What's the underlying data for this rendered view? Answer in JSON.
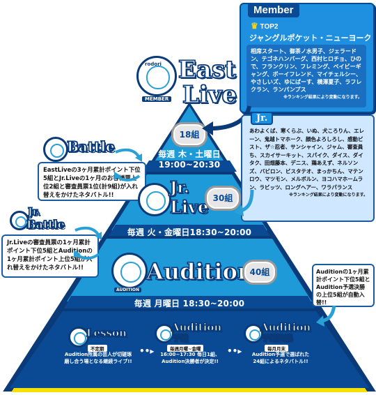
{
  "colors": {
    "pyramid_dark": "#0a3a78",
    "pyramid_mid": "#1a6fc0",
    "pyramid_light": "#1f9ad8",
    "accent_yellow": "#f6e000",
    "badge_grey": "#e6e6e6"
  },
  "east_live": {
    "small_logo": "rodori",
    "title_1": "East",
    "title_2": "Live",
    "emblem_label": "MEMBER",
    "groups": "18組",
    "schedule_1": "毎週 木・土曜日",
    "schedule_2": "19:00~20:30"
  },
  "member_box": {
    "tag": "Member",
    "rank": "TOP2",
    "top_group": "ジャングルポケット・ニューヨーク",
    "list": "相席スタート、御茶ノ水男子、ジェラードン、テゴネハンバーグ、西村ヒロチョ、ひので、フランクリン、フレミング、ベイビーギャング、ボーイフレンド、マイチェルシー、やさしいズ、ゆにばーす、横澤夏子、ラフレクラン、ランパンプス",
    "note": "※ランキング結果により変動になります。",
    "icon": "crown-icon"
  },
  "battle": {
    "title": "Battle",
    "text": "EastLiveの3ヶ月累計ポイント下位5組とJr.Liveの1ヶ月のお客様票上位2組と審査員票1位(計9組)が入れ替えをかけたネタバトル!!"
  },
  "jr_box": {
    "tag": "Jr.",
    "list": "あわよくば、寒くらぶ、いぬ、犬ころりん、エレーン、鬼越トマホーク、顔色よろしろし、感動ビスト、ザ☆忍者、サンシャイン、ジャム、審査員ち、スカイサーキット、スパイク、ダイス、ダイタク、田畑藤本、デニス、鶏あえず、ネルソンズ、バビロン、ビスタテオ、まっかちん、マテンロウ、マツモン、メルボルン、ヨコハマホームラン、ラビッツ、ロングヘアー、ワラパランス",
    "note": "※ランキング結果により変動になります。"
  },
  "jr_live": {
    "title_1": "Jr.",
    "title_2": "Live",
    "groups": "30組",
    "schedule": "毎週 火・金曜日18:30~20:00"
  },
  "jr_battle": {
    "title_1": "Jr.",
    "title_2": "Battle",
    "text": "Jr.Liveの審査員票の1ヶ月累計ポイント下位5組とAuditionの1ヶ月累計ポイント上位5組が入れ替えをかけたネタバトル!!"
  },
  "audition": {
    "title": "Audition",
    "emblem_label": "AUDITION",
    "groups": "40組",
    "schedule": "毎週 月曜日 18:30~20:00",
    "note": "Auditionの1ヶ月累計ポイント下位5組とAudition予選決勝の上位5組が自動入替!!"
  },
  "bottom": {
    "lesson": {
      "title": "Lesson",
      "head": "不定期",
      "text": "Audition所属の芸人が切磋琢磨し合う場となる継続ライブ!!"
    },
    "prelim": {
      "title": "Audition",
      "sub": "予選",
      "head": "毎週月曜~金曜",
      "text": "16:00~17:30 毎日1組、Audition決勝者が決定!!"
    },
    "final": {
      "title": "Audition",
      "sub": "予選決勝",
      "head": "毎月月末",
      "text": "Audition予選で選ばれた24組によるネタバトル!!"
    },
    "arrow": "••▸"
  }
}
